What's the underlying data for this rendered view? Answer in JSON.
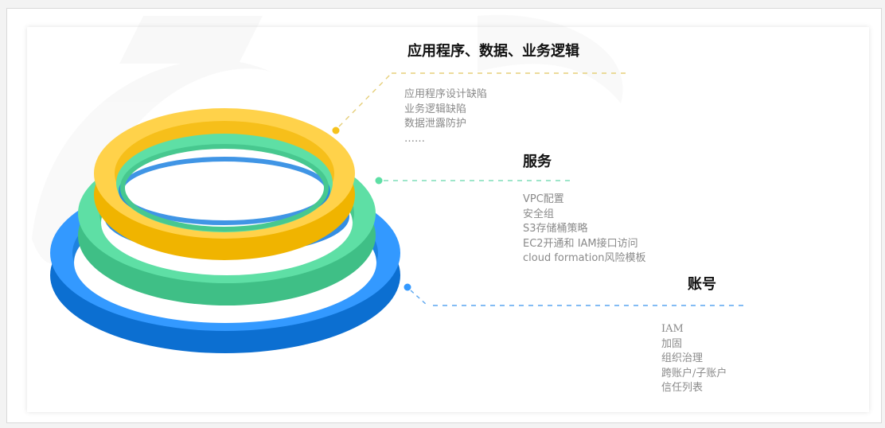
{
  "layers": [
    {
      "id": "application",
      "title": "应用程序、数据、业务逻辑",
      "items": [
        "应用程序设计缺陷",
        "业务逻辑缺陷",
        "数据泄露防护",
        "……"
      ],
      "ring_color": "#FFD24A",
      "ring_shadow": "#F0B400",
      "line_color": "#E6CF7A"
    },
    {
      "id": "service",
      "title": "服务",
      "items": [
        "VPC配置",
        "安全组",
        "S3存储桶策略",
        "EC2开通和 IAM接口访问",
        "cloud formation风险模板"
      ],
      "ring_color": "#5EDFA5",
      "ring_shadow": "#3FBF86",
      "line_color": "#7FDDB8"
    },
    {
      "id": "account",
      "title": "账号",
      "items": [
        "IAM",
        "加固",
        "组织治理",
        "跨账户/子账户",
        "信任列表"
      ],
      "ring_color": "#3399FF",
      "ring_shadow": "#0C6FD1",
      "line_color": "#5AA6F0"
    }
  ]
}
